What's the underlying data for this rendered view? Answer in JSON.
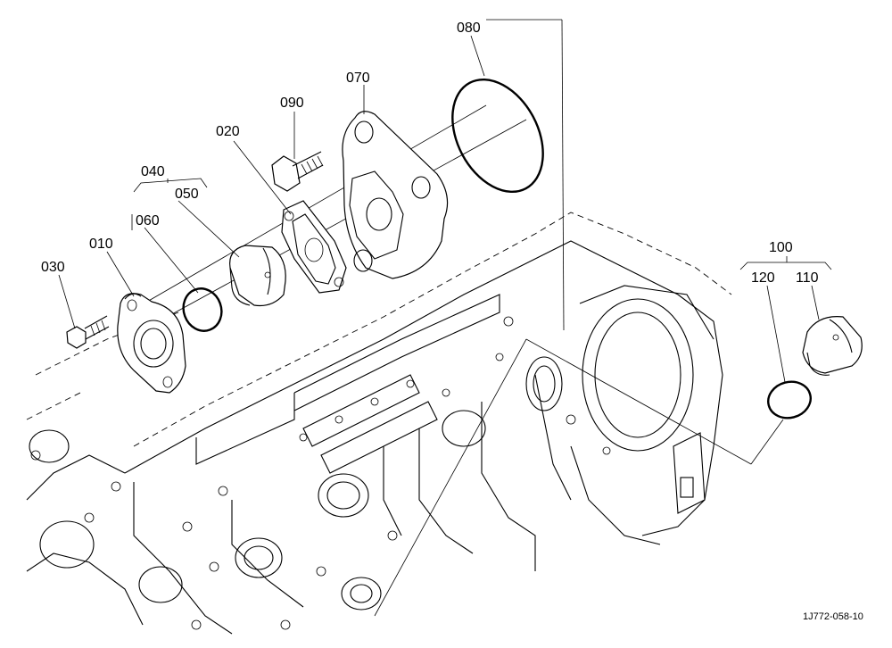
{
  "parts": [
    {
      "id": "p010",
      "label": "010"
    },
    {
      "id": "p020",
      "label": "020"
    },
    {
      "id": "p030",
      "label": "030"
    },
    {
      "id": "p040",
      "label": "040"
    },
    {
      "id": "p050",
      "label": "050"
    },
    {
      "id": "p060",
      "label": "060"
    },
    {
      "id": "p070",
      "label": "070"
    },
    {
      "id": "p080",
      "label": "080"
    },
    {
      "id": "p090",
      "label": "090"
    },
    {
      "id": "p100",
      "label": "100"
    },
    {
      "id": "p110",
      "label": "110"
    },
    {
      "id": "p120",
      "label": "120"
    }
  ],
  "figure_code": "1J772-058-10"
}
